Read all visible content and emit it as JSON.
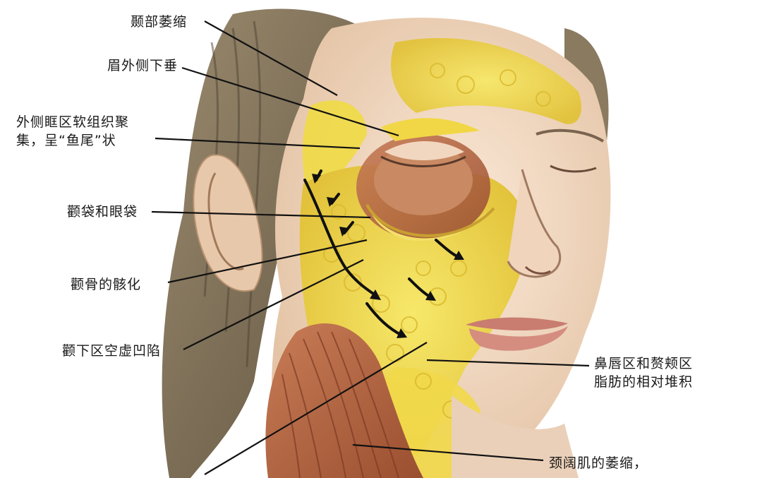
{
  "labels": {
    "temporal_atrophy": "颞部萎缩",
    "brow_droop": "眉外侧下垂",
    "crows_feet_l1": "外侧眶区软组织聚",
    "crows_feet_l2": "集，呈“鱼尾”状",
    "malar_bags": "颧袋和眼袋",
    "zygoma_exposure": "颧骨的骸化",
    "submalar_hollow": "颧下区空虚凹陷",
    "nasolabial_l1": "鼻唇区和赘颊区",
    "nasolabial_l2": "脂肪的相对堆积",
    "platysma_l1": "颈阔肌的萎缩，"
  },
  "colors": {
    "label_text": "#1a1a1a",
    "leader_line": "#111111",
    "fat": "#f2df4a",
    "skin": "#f3ddc9",
    "muscle": "#b96a45",
    "hair": "#7a6a52"
  }
}
